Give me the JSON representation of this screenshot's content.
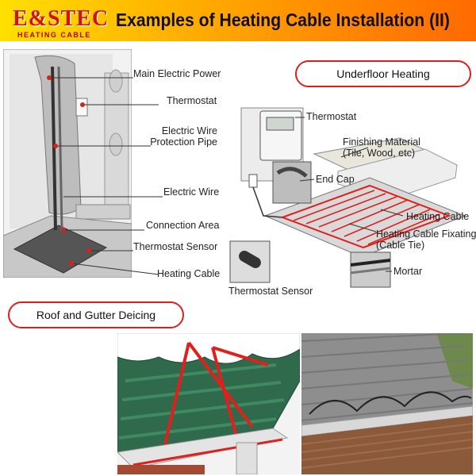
{
  "header": {
    "brand": "E&STEC",
    "brand_sub": "HEATING CABLE",
    "title": "Examples of Heating Cable Installation (II)",
    "gradient_start": "#ffe000",
    "gradient_end": "#ff6a00"
  },
  "wall_diagram": {
    "labels": {
      "main_power": "Main Electric Power",
      "thermostat": "Thermostat",
      "protection_pipe_1": "Electric Wire",
      "protection_pipe_2": "Protection Pipe",
      "electric_wire": "Electric Wire",
      "connection_area": "Connection Area",
      "thermostat_sensor": "Thermostat Sensor",
      "heating_cable": "Heating Cable"
    }
  },
  "underfloor": {
    "heading": "Underfloor Heating",
    "labels": {
      "thermostat": "Thermostat",
      "finishing_1": "Finishing Material",
      "finishing_2": "(Tile, Wood, etc)",
      "end_cap": "End Cap",
      "heating_cable": "Heating Cable",
      "fixating_1": "Heating Cable Fixating",
      "fixating_2": "(Cable Tie)",
      "mortar": "Mortar",
      "thermostat_sensor": "Thermostat Sensor"
    }
  },
  "roof": {
    "heading": "Roof and Gutter Deicing"
  },
  "colors": {
    "accent_red": "#d8201d",
    "cable_red": "#e0201c"
  }
}
